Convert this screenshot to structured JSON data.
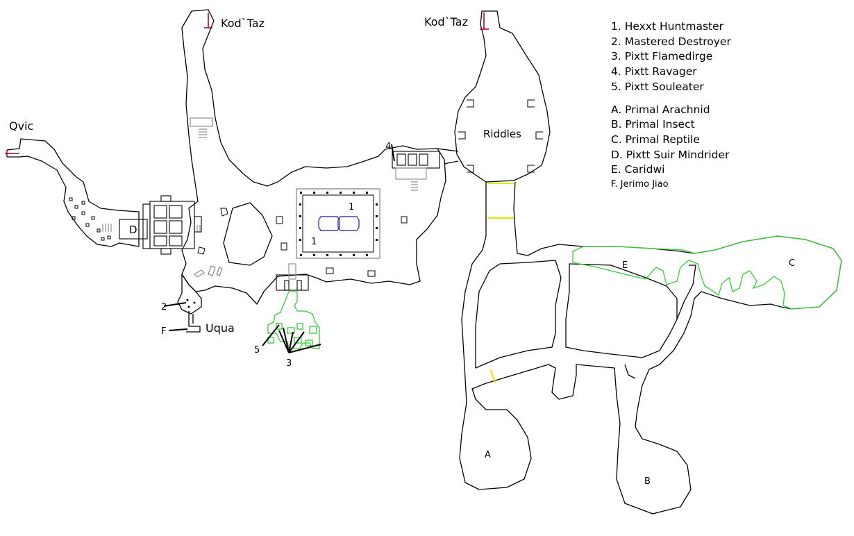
{
  "zone_labels": {
    "kodtaz_left": "Kod`Taz",
    "kodtaz_right": "Kod`Taz",
    "qvic": "Qvic",
    "uqua": "Uqua",
    "riddles": "Riddles"
  },
  "markers": {
    "m1a": "1",
    "m1b": "1",
    "m2": "2",
    "m3": "3",
    "m4": "4",
    "m5": "5",
    "mA": "A",
    "mB": "B",
    "mC": "C",
    "mD": "D",
    "mE": "E",
    "mF": "F"
  },
  "legend": {
    "numbered": [
      "1. Hexxt Huntmaster",
      "2. Mastered Destroyer",
      "3. Pixtt Flamedirge",
      "4. Pixtt Ravager",
      "5. Pixtt Souleater"
    ],
    "lettered": [
      "A. Primal Arachnid",
      "B. Primal Insect",
      "C. Primal Reptile",
      "D. Pixtt Suir Mindrider",
      "E. Caridwi"
    ],
    "small": "F. Jerimo Jiao"
  },
  "colors": {
    "wall": "#000000",
    "poi_area": "#33cc33",
    "door": "#e6e600",
    "boss_room": "#1a1aa6",
    "zone_line": "#b0003a"
  }
}
